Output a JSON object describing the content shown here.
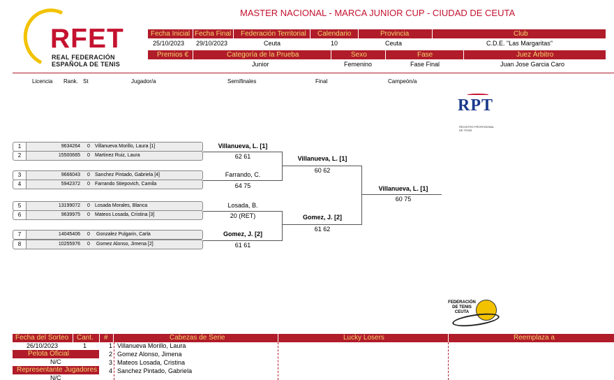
{
  "tournament_title": "MASTER NACIONAL - MARCA JUNIOR CUP - CIUDAD DE CEUTA",
  "logo": {
    "abbr": "RFET",
    "line1": "REAL FEDERACIÓN",
    "line2": "ESPAÑOLA DE TENIS"
  },
  "info_row1": {
    "headers": [
      "Fecha Inicial",
      "Fecha Final",
      "Federación Territorial",
      "Calendario",
      "Provincia",
      "Club"
    ],
    "values": [
      "25/10/2023",
      "29/10/2023",
      "Ceuta",
      "10",
      "Ceuta",
      "C.D.E. \"Las Margaritas\""
    ]
  },
  "info_row2": {
    "headers": [
      "Premios €",
      "Categoría de la Prueba",
      "Sexo",
      "Fase",
      "Juez Árbitro"
    ],
    "values": [
      "",
      "Junior",
      "Femenino",
      "Fase Final",
      "Juan Jose Garcia Caro"
    ]
  },
  "columns": {
    "licencia": "Licencia",
    "rank": "Rank.",
    "st": "St",
    "jugador": "Jugador/a",
    "semifinales": "Semifinales",
    "final": "Final",
    "campeon": "Campeón/a"
  },
  "players": [
    {
      "num": "1",
      "licencia": "9634264",
      "rank": "0",
      "name": "Villanueva Morillo, Laura [1]"
    },
    {
      "num": "2",
      "licencia": "15500665",
      "rank": "0",
      "name": "Martinez Ruiz, Laura"
    },
    {
      "num": "3",
      "licencia": "9666043",
      "rank": "0",
      "name": "Sanchez Pintado, Gabriela [4]"
    },
    {
      "num": "4",
      "licencia": "5942372",
      "rank": "0",
      "name": "Farrando Stiepovich, Camila"
    },
    {
      "num": "5",
      "licencia": "13199072",
      "rank": "0",
      "name": "Losada Morales, Blanca"
    },
    {
      "num": "6",
      "licencia": "9639975",
      "rank": "0",
      "name": "Mateos Losada, Cristina [3]"
    },
    {
      "num": "7",
      "licencia": "14045406",
      "rank": "0",
      "name": "Gonzalez Pulgarin, Carla"
    },
    {
      "num": "8",
      "licencia": "10255976",
      "rank": "0",
      "name": "Gomez Alonso, Jimena [2]"
    }
  ],
  "semifinals": [
    {
      "winner": "Villanueva, L. [1]",
      "score": "62 61"
    },
    {
      "winner": "Farrando, C.",
      "score": "64 75"
    },
    {
      "winner": "Losada, B.",
      "score": "20 (RET)"
    },
    {
      "winner": "Gomez, J. [2]",
      "score": "61 61"
    }
  ],
  "finals": [
    {
      "winner": "Villanueva, L. [1]",
      "score": "60 62"
    },
    {
      "winner": "Gomez, J. [2]",
      "score": "61 62"
    }
  ],
  "champion": {
    "winner": "Villanueva, L. [1]",
    "score": "60 75"
  },
  "rpt_logo": {
    "abbr": "RPT",
    "line1": "REGISTRO PROFESIONAL",
    "line2": "DE TENIS"
  },
  "ceuta_logo": {
    "line1": "FEDERACIÓN",
    "line2": "DE TENIS",
    "line3": "CEUTA"
  },
  "bottom": {
    "headers": {
      "fecha_sorteo": "Fecha del Sorteo",
      "cant": "Cant.",
      "hash": "#",
      "cabezas": "Cabezas de Serie",
      "lucky": "Lucky Losers",
      "reemplaza": "Reemplaza a"
    },
    "fecha_sorteo": "26/10/2023",
    "cant": "1",
    "pelota_label": "Pelota Oficial",
    "pelota_value": "N/C",
    "representante_label": "Representante Jugadores",
    "representante_value": "N/C",
    "seeds": [
      {
        "n": "1",
        "name": "Villanueva Morillo, Laura"
      },
      {
        "n": "2",
        "name": "Gomez Alonso, Jimena"
      },
      {
        "n": "3",
        "name": "Mateos Losada, Cristina"
      },
      {
        "n": "4",
        "name": "Sanchez Pintado, Gabriela"
      }
    ]
  },
  "colors": {
    "brand_red": "#b11c2a",
    "header_text": "#f5d36a",
    "logo_yellow": "#f2c200",
    "rpt_blue": "#1b3a8c"
  }
}
